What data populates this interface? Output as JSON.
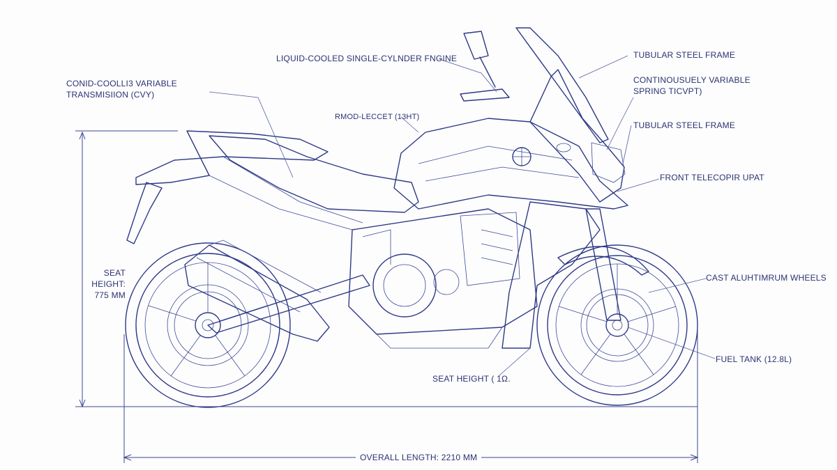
{
  "diagram": {
    "labels": {
      "engine": "LIQUID-COOLED SINGLE-CYLNDER FNGINE",
      "transmission": "CONID-COOLLI3 VARIABLE\nTRANSMISIION (CVY)",
      "subframe": "RMOD-LECCET (13HT)",
      "frame_top": "TUBULAR STEEL FRAME",
      "spring": "CONTINOUSUELY VARIABLE\nSPRING TICVPT)",
      "frame_mid": "TUBULAR STEEL FRAME",
      "front_fork": "FRONT TELECOPIR UPAT",
      "seat_height_left": "SEAT HEIGHT:\n775 MM",
      "wheels": "CAST ALUHTIMRUM WHEELS",
      "fuel_tank": "FUEL TANK (12.8L)",
      "seat_height_bottom": "SEAT HEIGHT ( 1Ω.",
      "overall_length": "OVERALL LENGTH: 2210 MM"
    },
    "colors": {
      "ink": "#2e3a86",
      "paper": "#fdfdfe"
    },
    "icons": [
      "brand-roundel-icon"
    ]
  }
}
